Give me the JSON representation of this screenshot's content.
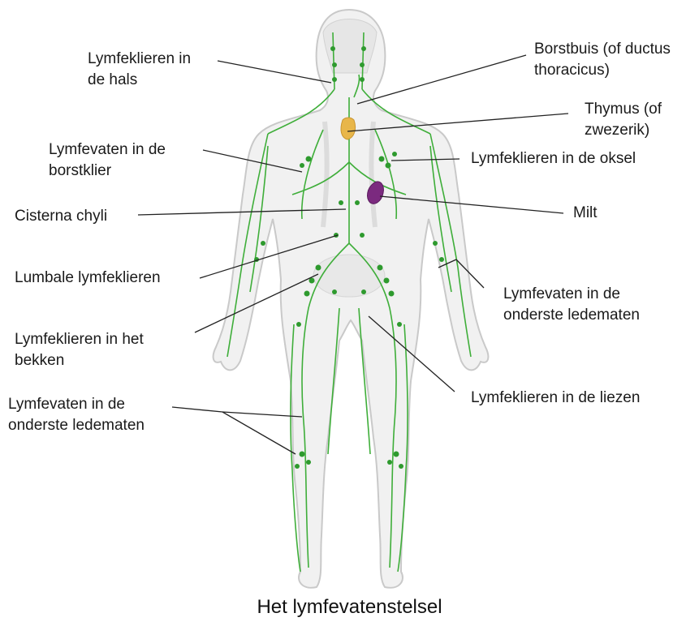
{
  "caption": "Het lymfevatenstelsel",
  "labels": {
    "neck_nodes": [
      "Lymfeklieren in",
      "de hals"
    ],
    "thoracic_duct": [
      "Borstbuis (of ductus",
      "thoracicus)"
    ],
    "thymus": [
      "Thymus (of",
      "zwezerik)"
    ],
    "breast_vessels": [
      "Lymfevaten in de",
      "borstklier"
    ],
    "axillary_nodes": [
      "Lymfeklieren in de oksel"
    ],
    "cisterna": [
      "Cisterna chyli"
    ],
    "spleen": [
      "Milt"
    ],
    "lumbar_nodes": [
      "Lumbale lymfeklieren"
    ],
    "arm_vessels": [
      "Lymfevaten in de",
      "onderste ledematen"
    ],
    "pelvic_nodes": [
      "Lymfeklieren in het",
      "bekken"
    ],
    "inguinal_nodes": [
      "Lymfeklieren in de liezen"
    ],
    "leg_vessels": [
      "Lymfevaten in de",
      "onderste ledematen"
    ]
  },
  "colors": {
    "lymph": "#3fae3a",
    "node": "#2e9a2e",
    "body_fill": "#f1f1f1",
    "body_stroke": "#c9c9c9",
    "thymus": "#e8b64a",
    "spleen": "#7b2a7f",
    "leader": "#222222"
  },
  "icons": {
    "figure": "human-body-silhouette",
    "spleen": "spleen-organ",
    "thymus": "thymus-organ"
  }
}
